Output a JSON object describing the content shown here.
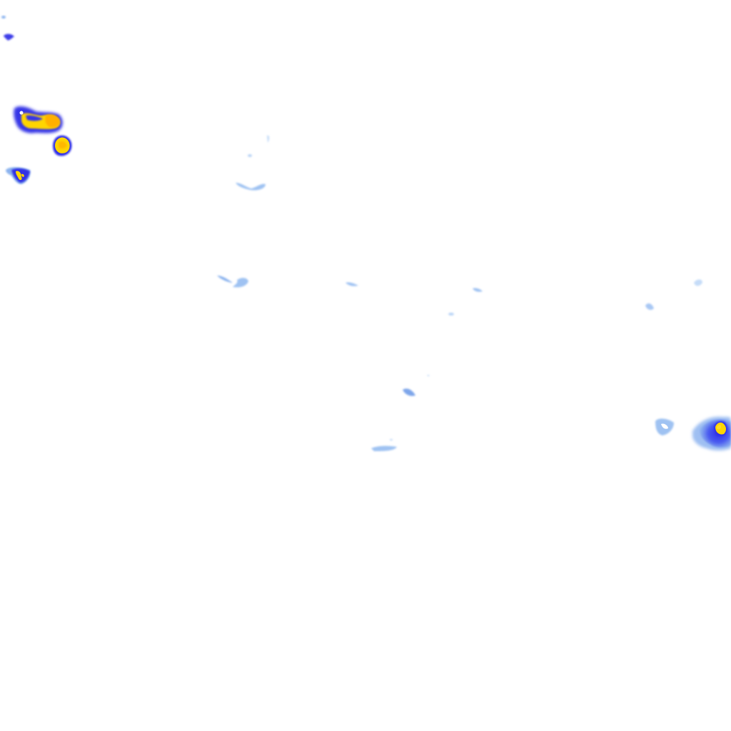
{
  "map": {
    "layer": "precipitation-radar-overlay",
    "background": "#ffffff",
    "palette": {
      "trace": "#b9d4f6",
      "light": "#8ab2ee",
      "moderate": "#4a5cf0",
      "heavy": "#2f2fe6",
      "intense": "#ffd500",
      "extreme": "#ffb000"
    },
    "cells": [
      {
        "name": "cell-nw-dot",
        "level": "moderate"
      },
      {
        "name": "cell-nw-band",
        "level": "extreme"
      },
      {
        "name": "cell-nw-round",
        "level": "intense"
      },
      {
        "name": "cell-w-small",
        "level": "intense"
      },
      {
        "name": "cell-se-main",
        "level": "intense"
      },
      {
        "name": "cell-se-side",
        "level": "light"
      },
      {
        "name": "echo-scatter",
        "level": "trace"
      }
    ]
  }
}
